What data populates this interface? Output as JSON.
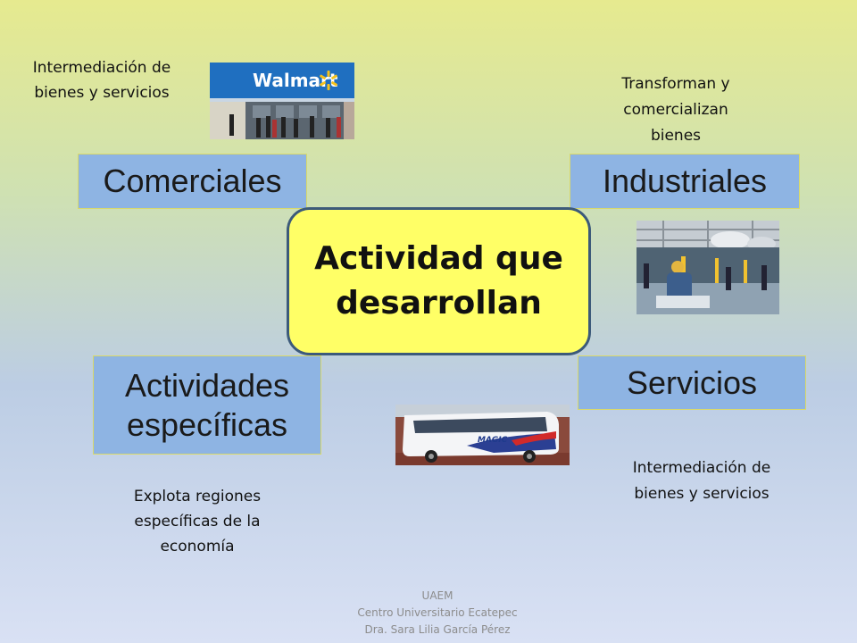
{
  "center": {
    "line1": "Actividad que",
    "line2": "desarrollan"
  },
  "categories": {
    "comerciales": {
      "label": "Comerciales",
      "note_lines": [
        "Intermediación de",
        "bienes y servicios"
      ]
    },
    "industriales": {
      "label": "Industriales",
      "note_lines": [
        "Transforman y",
        "comercializan",
        "bienes"
      ]
    },
    "actividades": {
      "label_lines": [
        "Actividades",
        "específicas"
      ],
      "note_lines": [
        "Explota regiones",
        "específicas de la",
        "economía"
      ]
    },
    "servicios": {
      "label": "Servicios",
      "note_lines": [
        "Intermediación de",
        "bienes y servicios"
      ]
    }
  },
  "photos": {
    "walmart_sign": "Walmart",
    "bus_logo": "MAGIC"
  },
  "footer": [
    "UAEM",
    "Centro Universitario Ecatepec",
    "Dra. Sara Lilia García Pérez"
  ],
  "colors": {
    "box": "#8eb4e3",
    "center": "#ffff66",
    "center_border": "#3c5a7a"
  }
}
